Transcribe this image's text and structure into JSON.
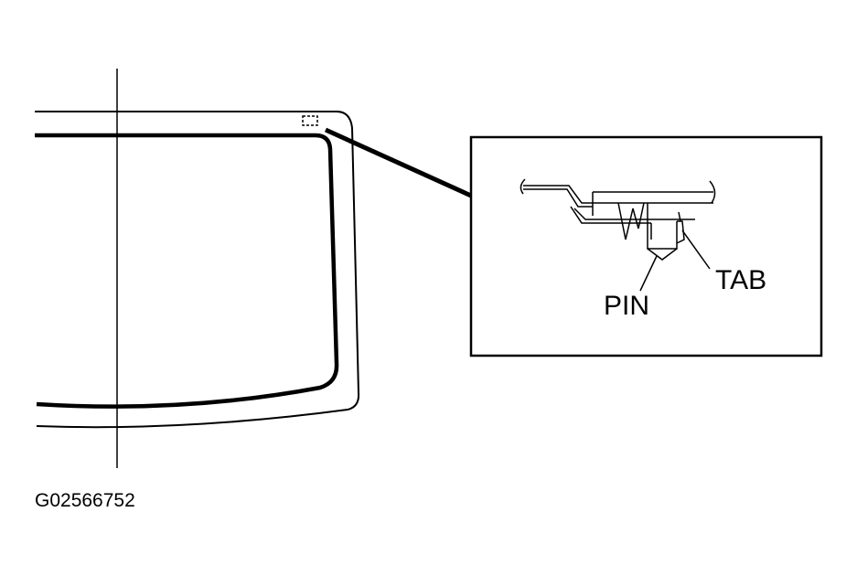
{
  "labels": {
    "pin": "PIN",
    "tab": "TAB"
  },
  "figure_id": "G02566752",
  "colors": {
    "line": "#000000",
    "background": "#ffffff"
  }
}
